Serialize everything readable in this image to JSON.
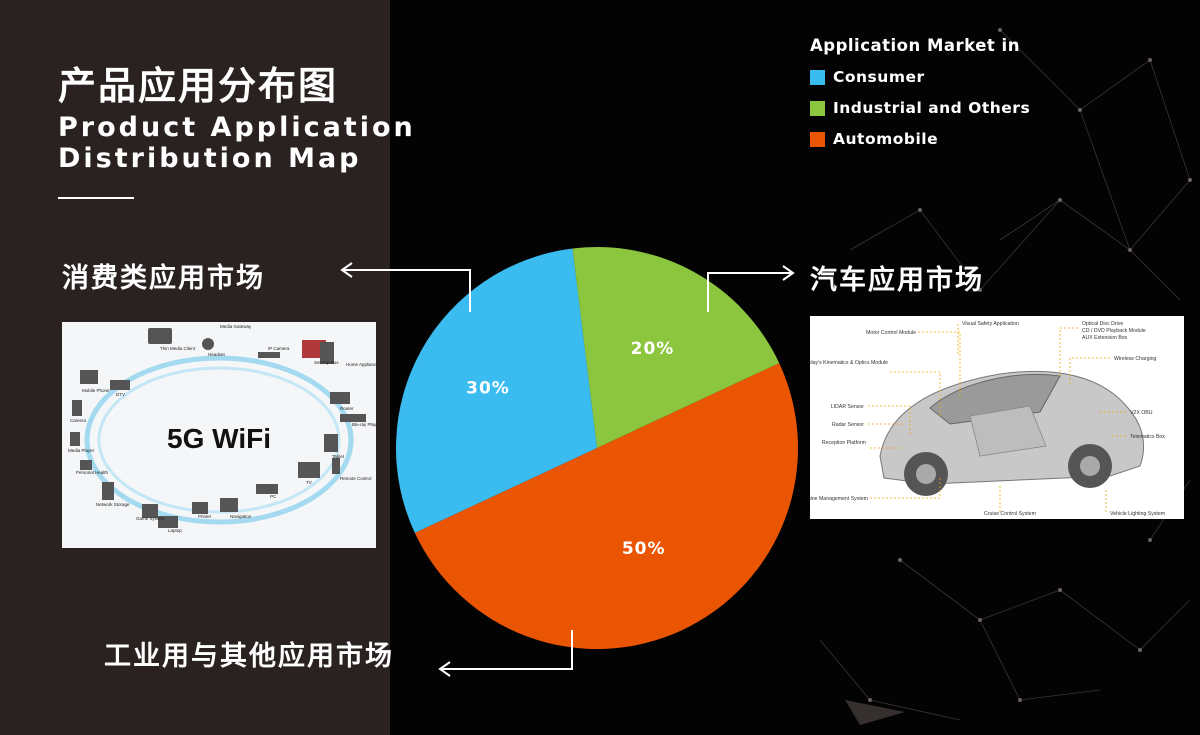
{
  "title": {
    "cn": "产品应用分布图",
    "en_line1": "Product Application",
    "en_line2": "Distribution Map"
  },
  "legend": {
    "title": "Application Market in",
    "items": [
      {
        "label": "Consumer",
        "color": "#3bbcf0"
      },
      {
        "label": "Industrial and Others",
        "color": "#8cc63f"
      },
      {
        "label": "Automobile",
        "color": "#ea5504"
      }
    ]
  },
  "markets": {
    "consumer": "消费类应用市场",
    "auto": "汽车应用市场",
    "industrial": "工业用与其他应用市场"
  },
  "chart_data": {
    "type": "pie",
    "categories": [
      "Consumer",
      "Industrial and Others",
      "Automobile"
    ],
    "values": [
      30,
      20,
      50
    ],
    "labels": [
      "30%",
      "20%",
      "50%"
    ],
    "colors": [
      "#3bbcf0",
      "#8cc63f",
      "#ea5504"
    ],
    "legend_position": "top-right"
  },
  "photos": {
    "consumer": {
      "caption": "5G WiFi",
      "devices": [
        "Thin Media Client",
        "Headset",
        "IP Camera",
        "Set-Top Box",
        "Home Appliances",
        "Router",
        "Blu-ray Player",
        "Tablet",
        "Remote Control",
        "TV",
        "PC",
        "Navigation",
        "Printer",
        "Laptop",
        "Game System",
        "Network Storage",
        "Personal Health",
        "Media Player",
        "Camera",
        "Mobile Phone",
        "DTV",
        "Media Gateway"
      ]
    },
    "auto": {
      "callouts_left": [
        "Motor Control Module",
        "Head-Up Display's Kinematics & Optics Module",
        "LIDAR Sensor",
        "Radar Sensor",
        "Reception Platform",
        "Engine Management System"
      ],
      "callouts_top": [
        "Visual Safety Application"
      ],
      "callouts_right": [
        "Optical Disc Drive",
        "CD / DVD Playback Module",
        "AUX Extension Box",
        "Wireless Charging",
        "V2X OBU",
        "Telematics Box"
      ],
      "callouts_bottom": [
        "Cruise Control System",
        "Vehicle Lighting System"
      ]
    }
  }
}
